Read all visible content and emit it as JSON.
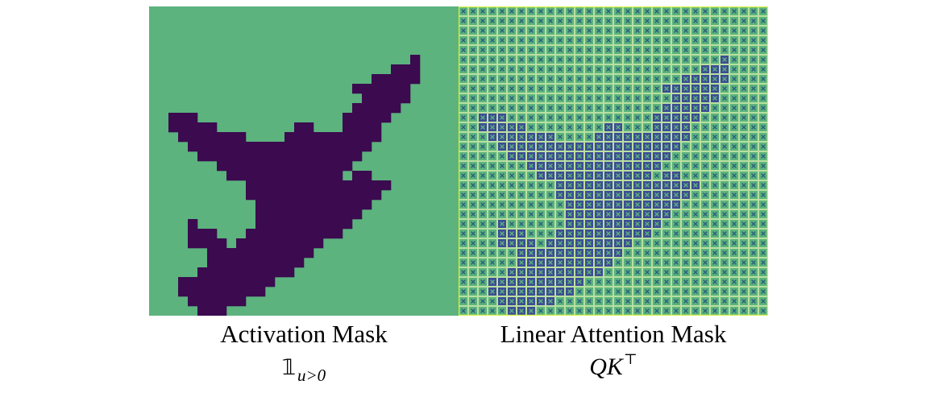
{
  "panels": [
    {
      "id": "activation",
      "title": "Activation Mask",
      "formula": {
        "symbol": "𝟙",
        "subscript": "u>0"
      },
      "colors": {
        "background": "#5cb37e",
        "foreground": "#3b0a4f"
      },
      "grid_size": 32,
      "mask_rows": [
        "................................",
        "................................",
        "................................",
        "................................",
        "................................",
        "...........................#....",
        ".........................###....",
        ".......................#####....",
        ".....................######.....",
        "......................#####.....",
        ".....................#####......",
        "..###...............#####.......",
        "..#####........##...####........",
        "...#######....##########........",
        "....###################.........",
        ".....#################..........",
        ".......##############...........",
        "........############.##.........",
        "..........###############.......",
        "..........##############........",
        "...........############.........",
        "...........###########..........",
        "....#......##########...........",
        "....###...##########............",
        "....####.#########..............",
        "......###########...............",
        "......##########................",
        ".....##########.................",
        "...##########...................",
        "...#########....................",
        "....######......................",
        ".....###........................"
      ]
    },
    {
      "id": "linear-attention",
      "title": "Linear Attention Mask",
      "formula": {
        "base": "QK",
        "superscript": "⊤"
      },
      "colors": {
        "background": "#b9e0a0",
        "inner": "#5cb37e",
        "mark": "#2c5f7c",
        "highlight": "#3d4d94",
        "border": "#d7f24a"
      },
      "grid_size": 32
    }
  ]
}
